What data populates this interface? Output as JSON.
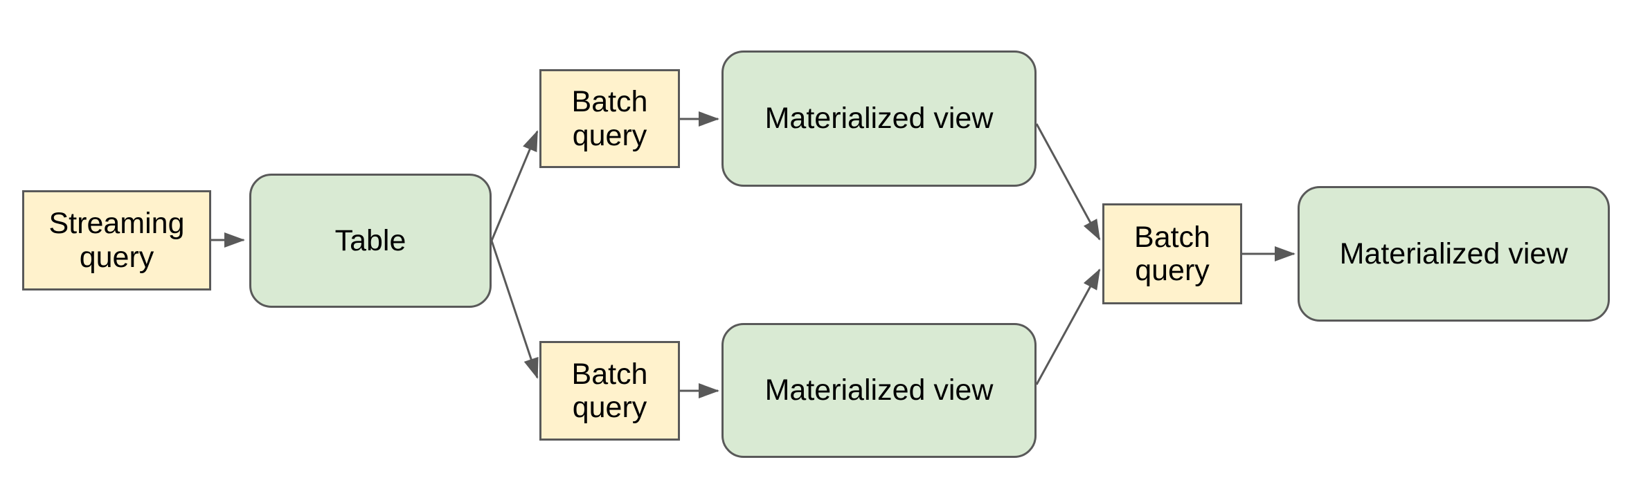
{
  "diagram": {
    "nodes": {
      "streaming_query": {
        "label": "Streaming query",
        "shape": "rectangle",
        "fill": "#fff2cc"
      },
      "table": {
        "label": "Table",
        "shape": "rounded-rectangle",
        "fill": "#d9ead3"
      },
      "batch_query_top": {
        "label": "Batch query",
        "shape": "rectangle",
        "fill": "#fff2cc"
      },
      "materialized_view_top": {
        "label": "Materialized view",
        "shape": "rounded-rectangle",
        "fill": "#d9ead3"
      },
      "batch_query_bottom": {
        "label": "Batch query",
        "shape": "rectangle",
        "fill": "#fff2cc"
      },
      "materialized_view_bottom": {
        "label": "Materialized view",
        "shape": "rounded-rectangle",
        "fill": "#d9ead3"
      },
      "batch_query_right": {
        "label": "Batch query",
        "shape": "rectangle",
        "fill": "#fff2cc"
      },
      "materialized_view_right": {
        "label": "Materialized view",
        "shape": "rounded-rectangle",
        "fill": "#d9ead3"
      }
    },
    "edges": [
      {
        "from": "streaming_query",
        "to": "table"
      },
      {
        "from": "table",
        "to": "batch_query_top"
      },
      {
        "from": "table",
        "to": "batch_query_bottom"
      },
      {
        "from": "batch_query_top",
        "to": "materialized_view_top"
      },
      {
        "from": "batch_query_bottom",
        "to": "materialized_view_bottom"
      },
      {
        "from": "materialized_view_top",
        "to": "batch_query_right"
      },
      {
        "from": "materialized_view_bottom",
        "to": "batch_query_right"
      },
      {
        "from": "batch_query_right",
        "to": "materialized_view_right"
      }
    ],
    "colors": {
      "query_fill": "#fff2cc",
      "entity_fill": "#d9ead3",
      "border": "#595959",
      "arrow": "#595959",
      "text": "#000000",
      "background": "#ffffff"
    }
  }
}
